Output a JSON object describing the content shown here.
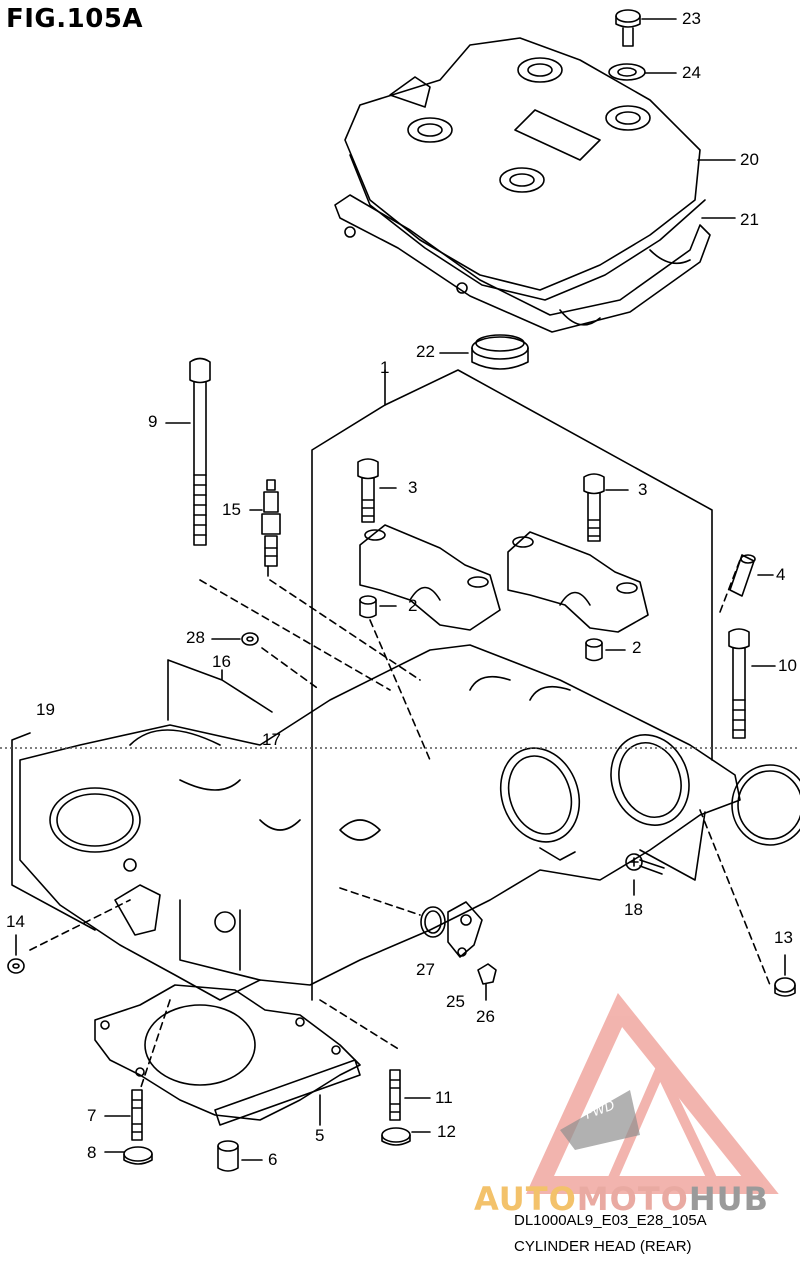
{
  "figure": {
    "title": "FIG.105A",
    "code": "DL1000AL9_E03_E28_105A",
    "caption": "CYLINDER HEAD (REAR)"
  },
  "watermark": {
    "part1": "AUTO",
    "part2": "MOTO",
    "part3": "HUB",
    "badge": "FWD"
  },
  "parts": [
    {
      "ref": "23"
    },
    {
      "ref": "24"
    },
    {
      "ref": "20"
    },
    {
      "ref": "21"
    },
    {
      "ref": "22"
    },
    {
      "ref": "1"
    },
    {
      "ref": "9"
    },
    {
      "ref": "3"
    },
    {
      "ref": "3"
    },
    {
      "ref": "15"
    },
    {
      "ref": "4"
    },
    {
      "ref": "2"
    },
    {
      "ref": "2"
    },
    {
      "ref": "28"
    },
    {
      "ref": "10"
    },
    {
      "ref": "16"
    },
    {
      "ref": "19"
    },
    {
      "ref": "17"
    },
    {
      "ref": "14"
    },
    {
      "ref": "18"
    },
    {
      "ref": "13"
    },
    {
      "ref": "27"
    },
    {
      "ref": "25"
    },
    {
      "ref": "26"
    },
    {
      "ref": "7"
    },
    {
      "ref": "5"
    },
    {
      "ref": "11"
    },
    {
      "ref": "12"
    },
    {
      "ref": "8"
    },
    {
      "ref": "6"
    }
  ],
  "colors": {
    "line": "#000000",
    "watermark_red": "#e9a09a",
    "watermark_gold": "#f3c26b"
  }
}
